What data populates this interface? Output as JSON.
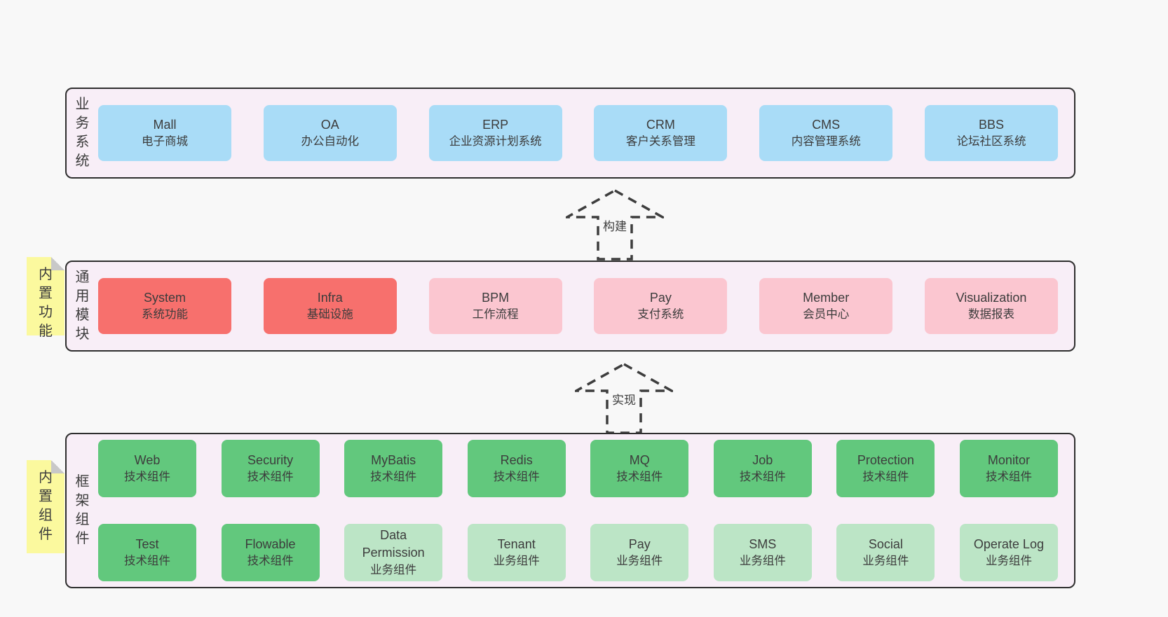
{
  "colors": {
    "page-bg": "#f8f8f8",
    "container-bg": "#f8eef7",
    "container-border": "#2e2e2e",
    "blue": "#a9dcf7",
    "red": "#f7706d",
    "pink": "#fbc6d0",
    "green": "#62c87d",
    "lightgreen": "#bce5c6",
    "sticky": "#fbf99e",
    "fold": "#c8c8c8",
    "text": "#3c3c3c",
    "dash": "#3d3d3d"
  },
  "arrows": {
    "build": "构建",
    "implement": "实现"
  },
  "layers": {
    "business": {
      "side_label": "业务系统",
      "boxes": [
        {
          "title": "Mall",
          "subtitle": "电子商城"
        },
        {
          "title": "OA",
          "subtitle": "办公自动化"
        },
        {
          "title": "ERP",
          "subtitle": "企业资源计划系统"
        },
        {
          "title": "CRM",
          "subtitle": "客户关系管理"
        },
        {
          "title": "CMS",
          "subtitle": "内容管理系统"
        },
        {
          "title": "BBS",
          "subtitle": "论坛社区系统"
        }
      ]
    },
    "modules": {
      "side_label": "通用模块",
      "sticky_note": "内置功能",
      "boxes": [
        {
          "title": "System",
          "subtitle": "系统功能"
        },
        {
          "title": "Infra",
          "subtitle": "基础设施"
        },
        {
          "title": "BPM",
          "subtitle": "工作流程"
        },
        {
          "title": "Pay",
          "subtitle": "支付系统"
        },
        {
          "title": "Member",
          "subtitle": "会员中心"
        },
        {
          "title": "Visualization",
          "subtitle": "数据报表"
        }
      ]
    },
    "components": {
      "side_label": "框架组件",
      "sticky_note": "内置组件",
      "row1": [
        {
          "title": "Web",
          "subtitle": "技术组件"
        },
        {
          "title": "Security",
          "subtitle": "技术组件"
        },
        {
          "title": "MyBatis",
          "subtitle": "技术组件"
        },
        {
          "title": "Redis",
          "subtitle": "技术组件"
        },
        {
          "title": "MQ",
          "subtitle": "技术组件"
        },
        {
          "title": "Job",
          "subtitle": "技术组件"
        },
        {
          "title": "Protection",
          "subtitle": "技术组件"
        },
        {
          "title": "Monitor",
          "subtitle": "技术组件"
        }
      ],
      "row2": [
        {
          "title": "Test",
          "subtitle": "技术组件"
        },
        {
          "title": "Flowable",
          "subtitle": "技术组件"
        },
        {
          "title": "Data Permission",
          "subtitle": "业务组件"
        },
        {
          "title": "Tenant",
          "subtitle": "业务组件"
        },
        {
          "title": "Pay",
          "subtitle": "业务组件"
        },
        {
          "title": "SMS",
          "subtitle": "业务组件"
        },
        {
          "title": "Social",
          "subtitle": "业务组件"
        },
        {
          "title": "Operate Log",
          "subtitle": "业务组件"
        }
      ]
    }
  }
}
